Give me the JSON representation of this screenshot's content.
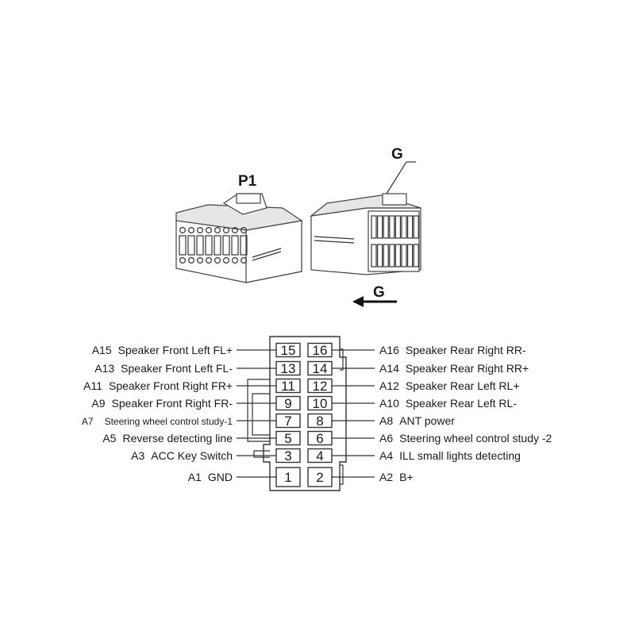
{
  "labels": {
    "p1": "P1",
    "g_top": "G",
    "g_arrow": "G"
  },
  "pins": [
    {
      "num": "15",
      "code": "A15",
      "desc": "Speaker Front Left FL+"
    },
    {
      "num": "16",
      "code": "A16",
      "desc": "Speaker Rear Right RR-"
    },
    {
      "num": "13",
      "code": "A13",
      "desc": "Speaker Front Left FL-"
    },
    {
      "num": "14",
      "code": "A14",
      "desc": "Speaker Rear Right RR+"
    },
    {
      "num": "11",
      "code": "A11",
      "desc": "Speaker Front Right FR+"
    },
    {
      "num": "12",
      "code": "A12",
      "desc": "Speaker Rear Left RL+"
    },
    {
      "num": "9",
      "code": "A9",
      "desc": "Speaker Front Right FR-"
    },
    {
      "num": "10",
      "code": "A10",
      "desc": "Speaker Rear Left RL-"
    },
    {
      "num": "7",
      "code": "A7",
      "desc": "Steering wheel control study-1"
    },
    {
      "num": "8",
      "code": "A8",
      "desc": "ANT power"
    },
    {
      "num": "5",
      "code": "A5",
      "desc": "Reverse detecting line"
    },
    {
      "num": "6",
      "code": "A6",
      "desc": "Steering wheel control study -2"
    },
    {
      "num": "3",
      "code": "A3",
      "desc": "ACC Key Switch"
    },
    {
      "num": "4",
      "code": "A4",
      "desc": "ILL small lights detecting"
    },
    {
      "num": "1",
      "code": "A1",
      "desc": "GND"
    },
    {
      "num": "2",
      "code": "A2",
      "desc": "B+"
    }
  ]
}
